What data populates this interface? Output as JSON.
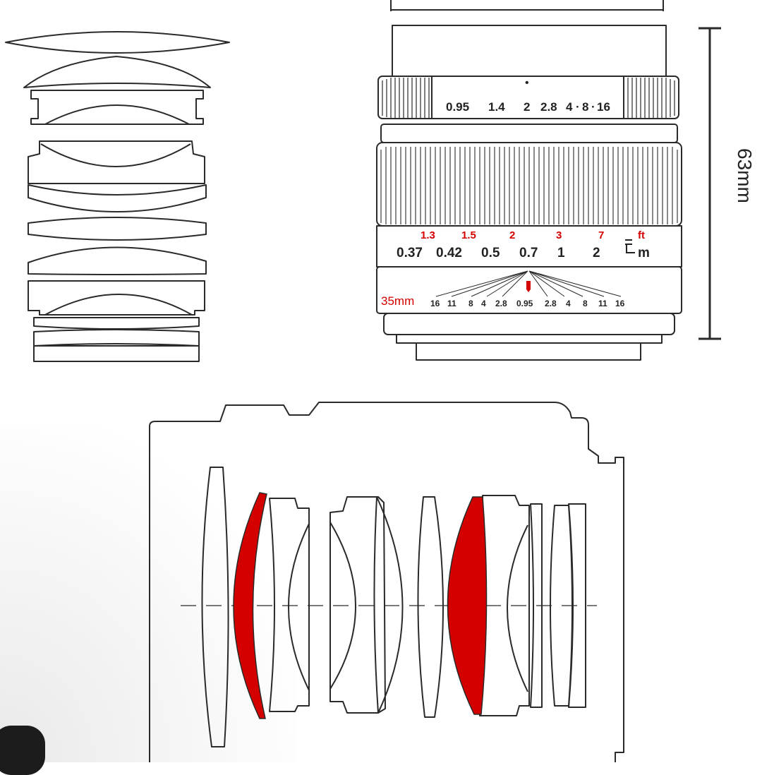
{
  "colors": {
    "line": "#2a2a2a",
    "accent_red": "#d40000",
    "background": "#ffffff"
  },
  "lens_body": {
    "aperture_dot": "•",
    "aperture_scale": [
      "0.95",
      "1.4",
      "2",
      "2.8",
      "4",
      "·",
      "8",
      "·",
      "16"
    ],
    "distance_feet": [
      "1.3",
      "1.5",
      "2",
      "3",
      "7"
    ],
    "feet_unit": "ft",
    "distance_meters": [
      "0.37",
      "0.42",
      "0.5",
      "0.7",
      "1",
      "2"
    ],
    "meter_unit": "m",
    "focal_length": "35mm",
    "dof_scale": [
      "16",
      "11",
      "8",
      "4",
      "2.8",
      "0.95",
      "2.8",
      "4",
      "8",
      "11",
      "16"
    ]
  },
  "dimensions": {
    "height": "63mm"
  }
}
